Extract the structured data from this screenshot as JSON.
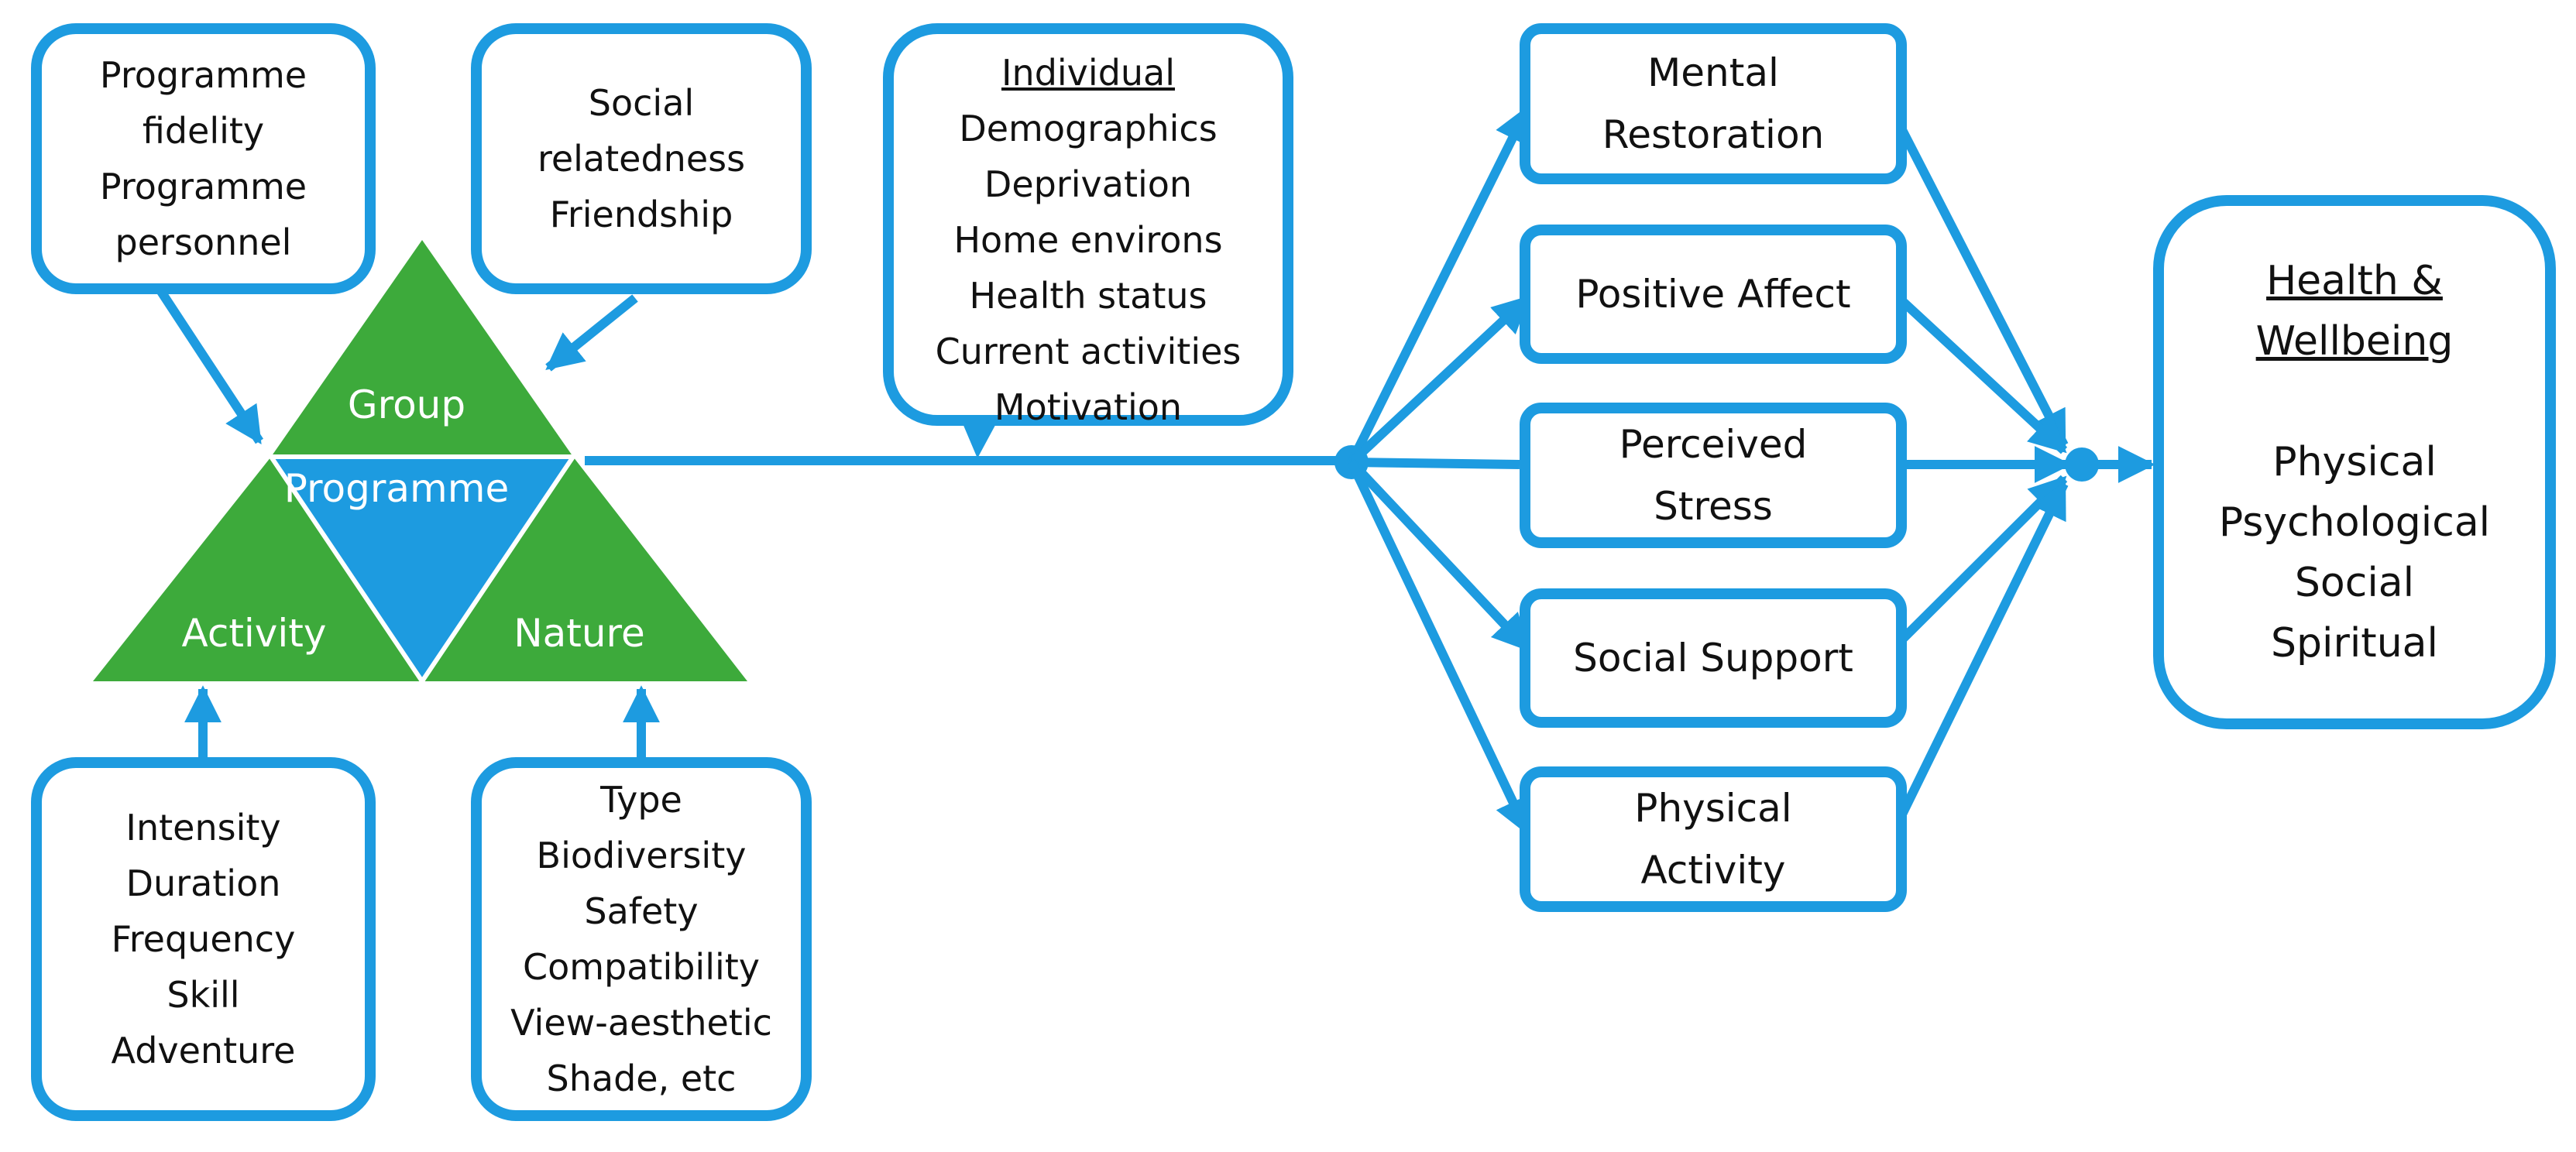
{
  "programme_triangle": {
    "group": "Group",
    "activity": "Activity",
    "nature": "Nature",
    "programme": "Programme"
  },
  "boxes": {
    "programme_factors": [
      "Programme",
      "fidelity",
      "Programme",
      "personnel"
    ],
    "social_factors": [
      "Social",
      "relatedness",
      "Friendship"
    ],
    "activity_factors": [
      "Intensity",
      "Duration",
      "Frequency",
      "Skill",
      "Adventure"
    ],
    "nature_factors": [
      "Type",
      "Biodiversity",
      "Safety",
      "Compatibility",
      "View-aesthetic",
      "Shade, etc"
    ],
    "individual": {
      "heading": "Individual",
      "items": [
        "Demographics",
        "Deprivation",
        "Home environs",
        "Health status",
        "Current activities",
        "Motivation"
      ]
    }
  },
  "mediators": [
    [
      "Mental",
      "Restoration"
    ],
    [
      "Positive Affect"
    ],
    [
      "Perceived",
      "Stress"
    ],
    [
      "Social Support"
    ],
    [
      "Physical",
      "Activity"
    ]
  ],
  "outcome": {
    "heading": [
      "Health &",
      "Wellbeing"
    ],
    "items": [
      "Physical",
      "Psychological",
      "Social",
      "Spiritual"
    ]
  },
  "colors": {
    "blue": "#1d9be0",
    "green": "#3daa3b",
    "text_dark": "#111111",
    "text_light": "#ffffff"
  }
}
